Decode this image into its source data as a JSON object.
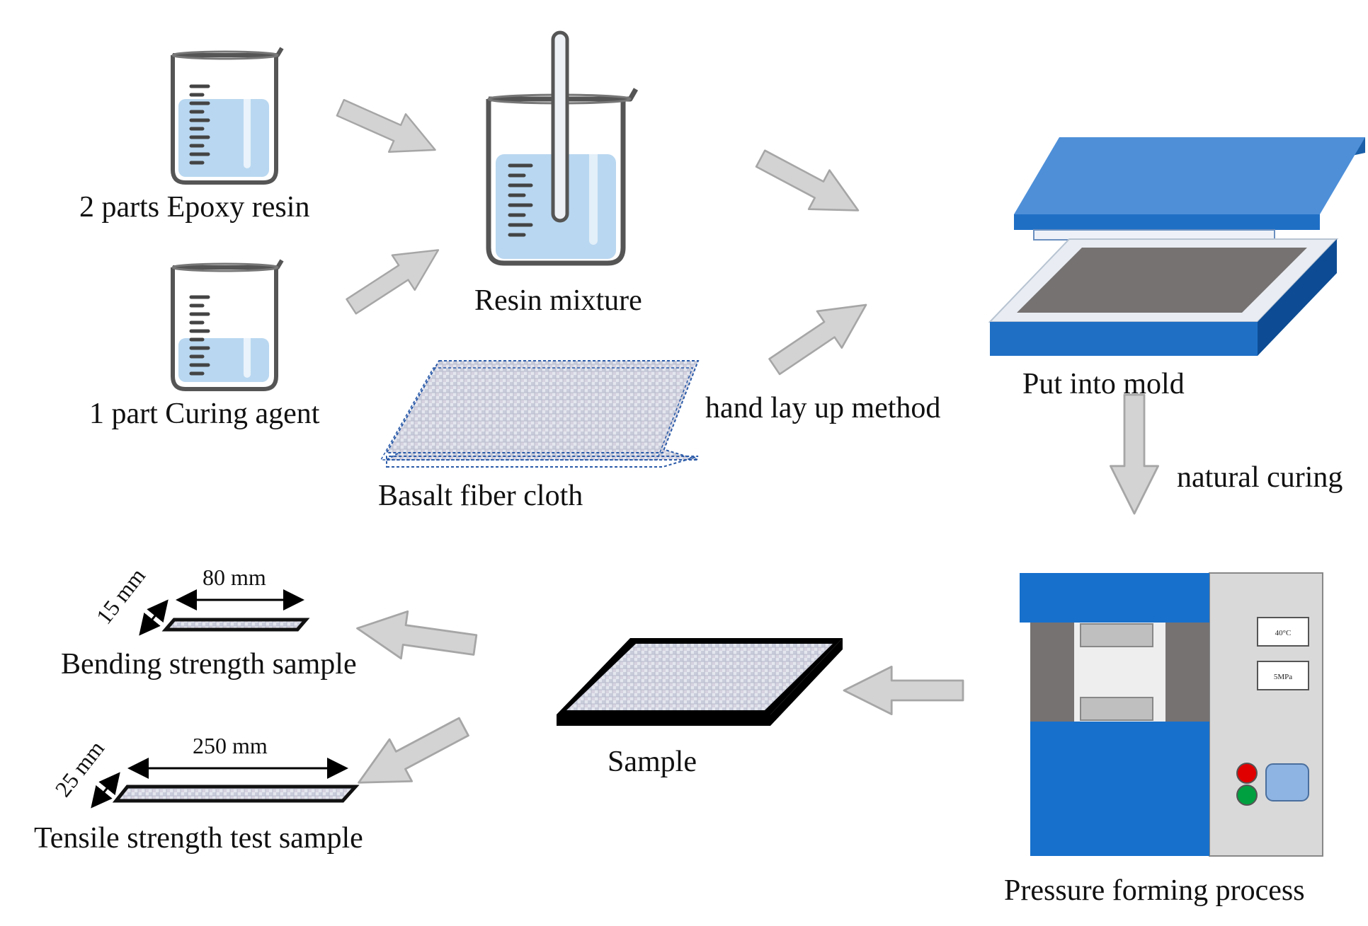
{
  "labels": {
    "epoxy": "2 parts Epoxy resin",
    "curing_agent": "1 part Curing agent",
    "resin_mixture": "Resin mixture",
    "basalt": "Basalt fiber cloth",
    "hand_lay_up": "hand lay up method",
    "mold": "Put into mold",
    "natural_curing": "natural curing",
    "pressure": "Pressure forming process",
    "sample": "Sample",
    "bending": "Bending strength sample",
    "tensile": "Tensile strength test sample"
  },
  "dimensions": {
    "bending_length": "80 mm",
    "bending_width": "15 mm",
    "tensile_length": "250 mm",
    "tensile_width": "25 mm"
  },
  "machine": {
    "temperature": "40°C",
    "pressure": "5MPa"
  },
  "colors": {
    "arrow": "#d3d3d3",
    "liquid": "#b9d7f0",
    "mold_blue": "#1f6fc5",
    "mold_lid": "#4e8fd8",
    "mold_inner": "#767272",
    "press_blue": "#1670cc",
    "panel_gray": "#d9d9d9",
    "red_light": "#e00000",
    "green_light": "#00a040"
  }
}
